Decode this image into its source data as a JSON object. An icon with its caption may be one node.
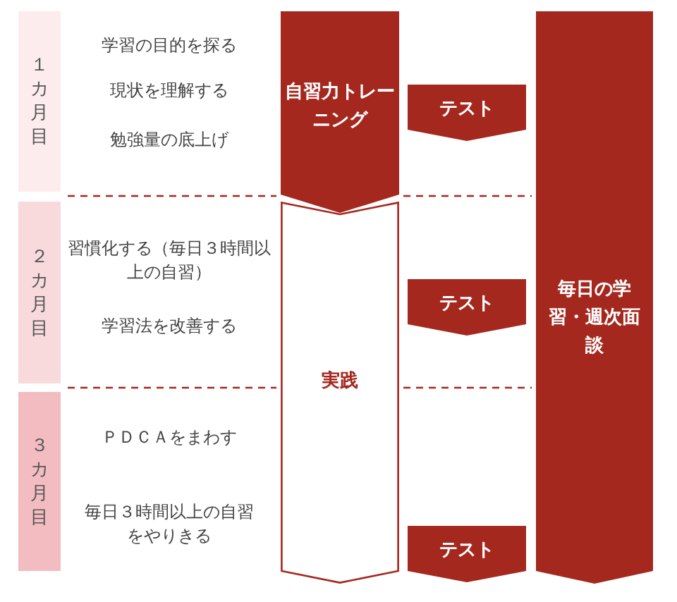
{
  "diagram": {
    "nodes": [
      {
        "text": [
          "１カ月目"
        ]
      },
      {
        "text": [
          "２カ月目"
        ]
      },
      {
        "text": [
          "３カ月目"
        ]
      },
      {
        "text": [
          "自習力トレーニング"
        ]
      },
      {
        "text": [
          "テスト"
        ]
      },
      {
        "text": [
          "実践"
        ]
      },
      {
        "text": [
          "テスト"
        ]
      },
      {
        "text": [
          "テスト"
        ]
      },
      {
        "text": [
          "毎日の学習・週次面談"
        ]
      }
    ],
    "labels": [
      "学習の目的を探る",
      "現状を理解する",
      "勉強量の底上げ",
      "習慣化する（毎日３時間以上の自習）",
      "学習法を改善する",
      "ＰＤＣＡをまわす",
      "毎日３時間以上の自習をやりきる"
    ]
  }
}
